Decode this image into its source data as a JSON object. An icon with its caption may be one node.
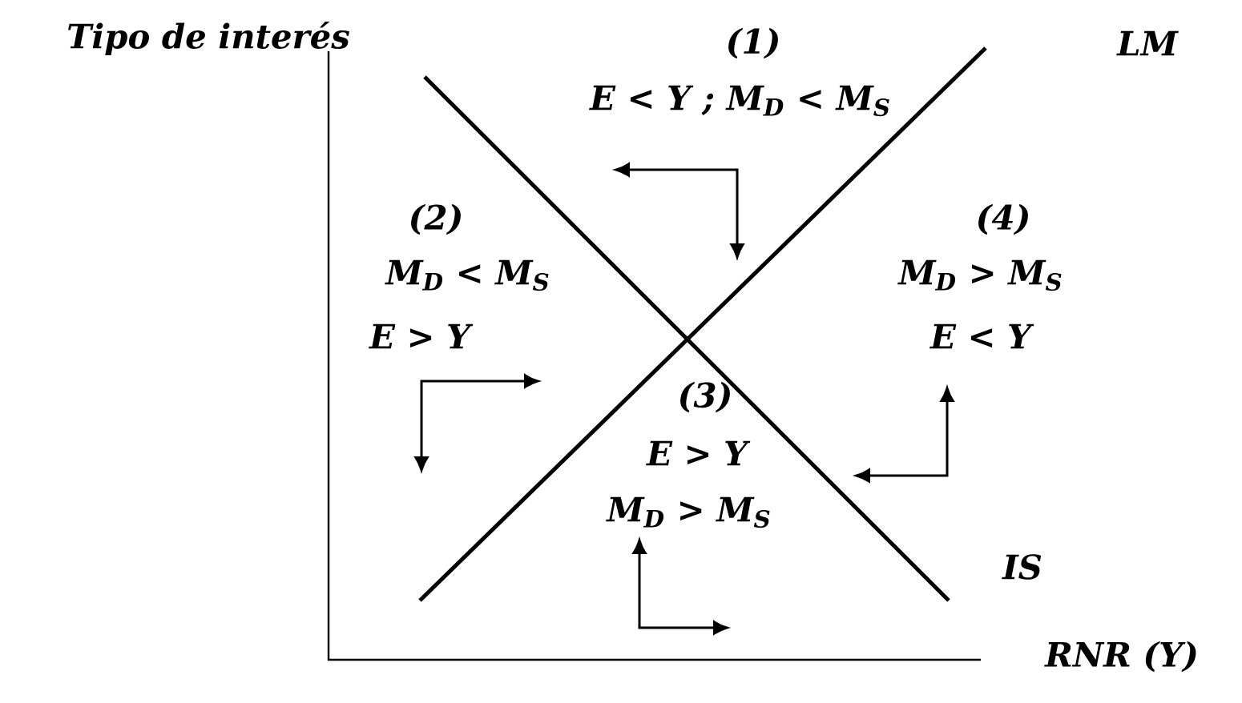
{
  "diagram": {
    "labels": [
      "Tipo de interés",
      "(1)",
      "LM",
      "E < Y ;  M$_{D}$ < M$_{S}$",
      "(2)",
      "M$_{D}$ < M$_{S}$",
      "(4)",
      "M$_{D}$ > M$_{S}$",
      "E > Y",
      "E < Y",
      "(3)",
      "E > Y",
      "M$_{D}$ > M$_{S}$",
      "IS",
      "RNR (Y)"
    ]
  }
}
